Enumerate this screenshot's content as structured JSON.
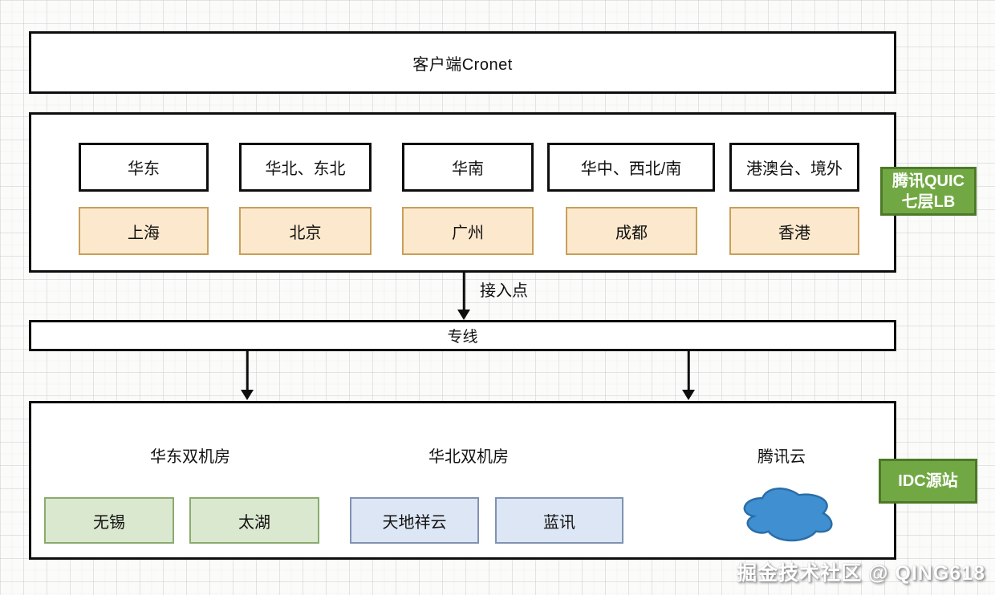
{
  "client": {
    "label": "客户端Cronet"
  },
  "lb": {
    "badge": {
      "line1": "腾讯QUIC",
      "line2": "七层LB"
    },
    "regions": [
      {
        "region": "华东",
        "city": "上海"
      },
      {
        "region": "华北、东北",
        "city": "北京"
      },
      {
        "region": "华南",
        "city": "广州"
      },
      {
        "region": "华中、西北/南",
        "city": "成都"
      },
      {
        "region": "港澳台、境外",
        "city": "香港"
      }
    ]
  },
  "flow": {
    "access_point": "接入点",
    "dedicated_line": "专线"
  },
  "idc": {
    "badge": "IDC源站",
    "groups": [
      {
        "title": "华东双机房",
        "nodes": [
          "无锡",
          "太湖"
        ],
        "style": "green"
      },
      {
        "title": "华北双机房",
        "nodes": [
          "天地祥云",
          "蓝讯"
        ],
        "style": "blue"
      },
      {
        "title": "腾讯云",
        "nodes": [],
        "icon": "cloud"
      }
    ]
  },
  "watermark": "掘金技术社区 @ QING618",
  "colors": {
    "box_border": "#0d0d0d",
    "city_fill": "#fce8cd",
    "city_border": "#c8a05a",
    "badge_fill": "#71a843",
    "badge_border": "#4d7929",
    "green_fill": "#dbe8d0",
    "green_border": "#8aab6e",
    "blue_fill": "#dde6f4",
    "blue_border": "#8092b2",
    "cloud_fill": "#3f8fd1",
    "cloud_border": "#2a6da8"
  }
}
